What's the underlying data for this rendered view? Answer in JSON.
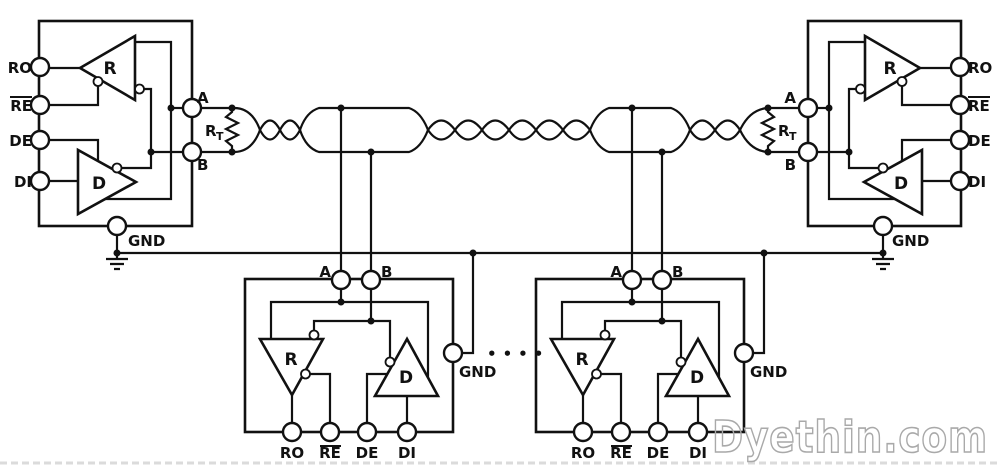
{
  "diagram": {
    "type": "rs485-multipoint-bus-schematic",
    "labels": {
      "ro": "RO",
      "re": "RE",
      "de": "DE",
      "di": "DI",
      "a": "A",
      "b": "B",
      "gnd": "GND",
      "receiver": "R",
      "driver": "D",
      "rt_r": "R",
      "rt_t": "T",
      "ellipsis": "••••"
    },
    "watermark": "Dyethin.com",
    "colors": {
      "line": "#111111",
      "watermark_outline": "#a9a9a9",
      "background": "#ffffff"
    }
  }
}
